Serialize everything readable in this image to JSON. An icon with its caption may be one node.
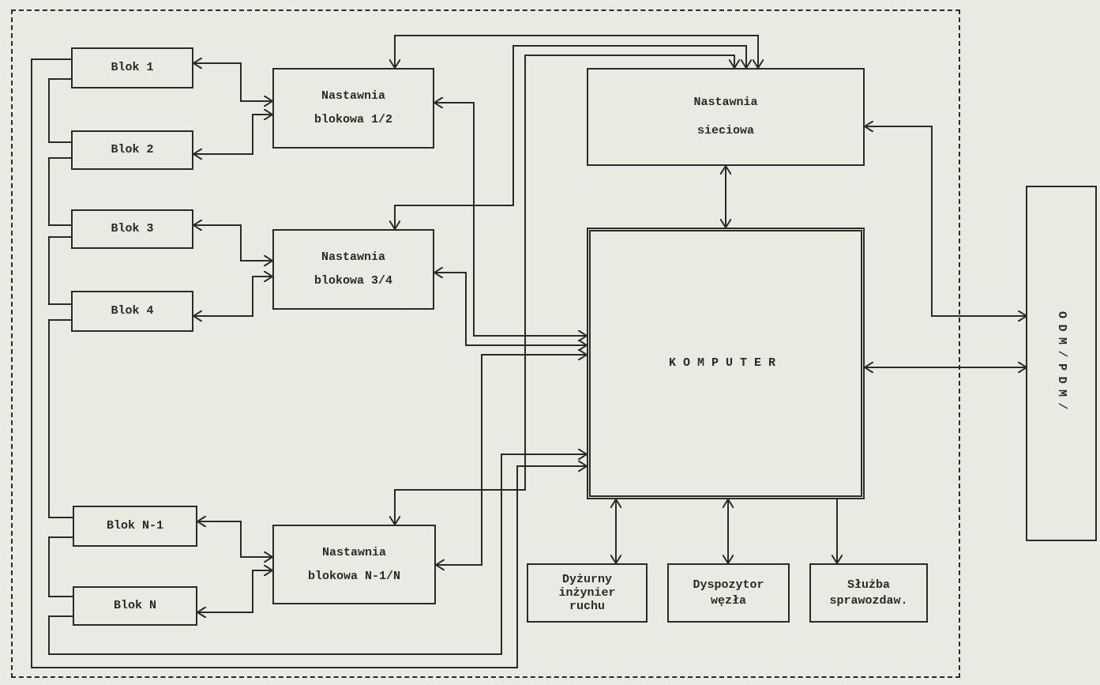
{
  "diagram": {
    "nodes": [
      {
        "text": [],
        "shape": "box"
      },
      {
        "text": [
          "Blok 1"
        ],
        "in": 0
      },
      {
        "text": [
          "Blok 2"
        ],
        "in": 0
      },
      {
        "text": [
          "Nastawnia blokowa 1/2"
        ],
        "in": 0
      },
      {
        "text": [
          "Nastawnia sieciowa"
        ],
        "in": 0
      },
      {
        "text": [
          "Blok 3"
        ],
        "in": 0
      },
      {
        "text": [
          "Nastawnia blokowa 3/4"
        ],
        "in": 0
      },
      {
        "text": [
          "Blok 4"
        ],
        "in": 0
      },
      {
        "text": [
          "KOMPUTER"
        ],
        "in": 0
      },
      {
        "text": [
          "ODM/PDM/"
        ]
      },
      {
        "text": [
          "Blok N-1"
        ],
        "in": 0
      },
      {
        "text": [
          "Blok N"
        ],
        "in": 0
      },
      {
        "text": [
          "Nastawnia blokowa N-1/N"
        ],
        "in": 0
      },
      {
        "text": [
          "Dyżurny inżynier ruchu"
        ],
        "in": 0
      },
      {
        "text": [
          "Dyspozytor węzła"
        ],
        "in": 0
      },
      {
        "text": [
          "Służba sprawozdaw."
        ],
        "in": 0
      }
    ],
    "edges": [
      {
        "from": 1,
        "to": 3,
        "arrow": "both"
      },
      {
        "from": 2,
        "to": 3,
        "arrow": "both"
      },
      {
        "from": 5,
        "to": 6,
        "arrow": "both"
      },
      {
        "from": 7,
        "to": 6,
        "arrow": "both"
      },
      {
        "from": 10,
        "to": 12,
        "arrow": "both"
      },
      {
        "from": 11,
        "to": 12,
        "arrow": "both"
      },
      {
        "from": 3,
        "to": 8,
        "arrow": "both"
      },
      {
        "from": 6,
        "to": 8,
        "arrow": "both"
      },
      {
        "from": 12,
        "to": 8,
        "arrow": "both"
      },
      {
        "from": 4,
        "to": 3,
        "arrow": "both"
      },
      {
        "from": 4,
        "to": 6,
        "arrow": "both"
      },
      {
        "from": 4,
        "to": 12,
        "arrow": "both"
      },
      {
        "from": 4,
        "to": 8,
        "arrow": "both"
      },
      {
        "from": 4,
        "to": 9,
        "arrow": "both"
      },
      {
        "from": 8,
        "to": 9,
        "arrow": "both"
      },
      {
        "from": 8,
        "to": 13,
        "arrow": "both"
      },
      {
        "from": 8,
        "to": 14,
        "arrow": "both"
      },
      {
        "from": 8,
        "to": 15,
        "arrow": "to"
      },
      {
        "from": 1,
        "to": 2,
        "arrow": "none"
      },
      {
        "from": 2,
        "to": 5,
        "arrow": "none"
      },
      {
        "from": 5,
        "to": 7,
        "arrow": "none"
      },
      {
        "from": 7,
        "to": 10,
        "arrow": "none"
      },
      {
        "from": 10,
        "to": 11,
        "arrow": "none"
      },
      {
        "from": 11,
        "to": 8,
        "arrow": "to"
      },
      {
        "from": 1,
        "to": 8,
        "arrow": "to"
      }
    ]
  }
}
